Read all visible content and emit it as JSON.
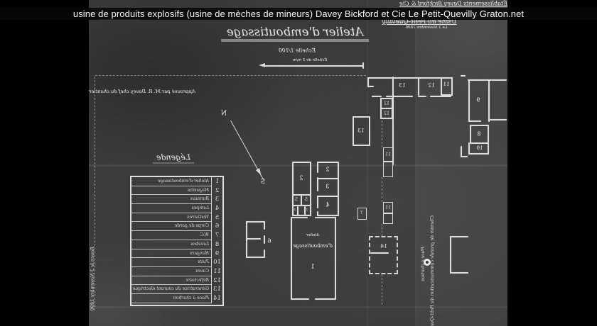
{
  "caption": {
    "text": "usine de produits explosifs (usine de mèches de mineurs) Davey Bickford et Cie Le Petit-Quevilly Graton.net"
  },
  "title_block": {
    "title": "Atelier d'emboutissage",
    "scale": "Échelle 1/100",
    "scale_bar_note": "Échelle de 5 m/m"
  },
  "header_right": {
    "line1": "Établissements Davey Bickford & Cie",
    "line2": "Usine du Petit-Quevilly",
    "line3": "Le 3 Novembre 1890"
  },
  "annotations": {
    "approval": "Approuvé par M. R. Davey chef du chantier",
    "left_margin": "Rouen le 3 Novembre 1890",
    "road_note": "Chemin de grande communication du Petit-Quevilly",
    "coal_note": "Place à charbon"
  },
  "compass": {
    "north": "N",
    "south": "S"
  },
  "legend": {
    "title": "Légende",
    "items": [
      {
        "num": "1",
        "label": "Atelier d'emboutissage"
      },
      {
        "num": "2",
        "label": "Magasins"
      },
      {
        "num": "3",
        "label": "Bureaux"
      },
      {
        "num": "4",
        "label": "Lampes"
      },
      {
        "num": "5",
        "label": "Vestiaires"
      },
      {
        "num": "6",
        "label": "Corps de garde"
      },
      {
        "num": "7",
        "label": "W.C."
      },
      {
        "num": "8",
        "label": "Lavabos"
      },
      {
        "num": "9",
        "label": "Hangars"
      },
      {
        "num": "10",
        "label": "Puits"
      },
      {
        "num": "11",
        "label": "Caves"
      },
      {
        "num": "12",
        "label": "Réfectoire"
      },
      {
        "num": "13",
        "label": "Génératrice du courant électrique"
      },
      {
        "num": "14",
        "label": "Place à charbon"
      }
    ]
  },
  "hall": {
    "line1": "Atelier",
    "line2": "d'emboutissage",
    "num": "1"
  },
  "room_labels": {
    "r2a": "2",
    "r5a": "5",
    "r5b": "5",
    "r7a": "7",
    "r7b": "7",
    "r2b": "2",
    "r3": "3",
    "r4": "4",
    "r6": "6",
    "r7": "7",
    "r13a": "13",
    "r12a": "12",
    "r11a": "11",
    "r12b": "12",
    "r12c": "12",
    "r13b": "13",
    "r11b": "11",
    "r11c": "11",
    "r14": "14",
    "r9": "9",
    "r8": "8",
    "r10": "10"
  },
  "colors": {
    "photo_background": "#3b3b3b",
    "ink": "#dcdcdc",
    "caption_background": "#0a0a0a",
    "caption_text": "#f7f7f7",
    "frame": "#000000"
  }
}
